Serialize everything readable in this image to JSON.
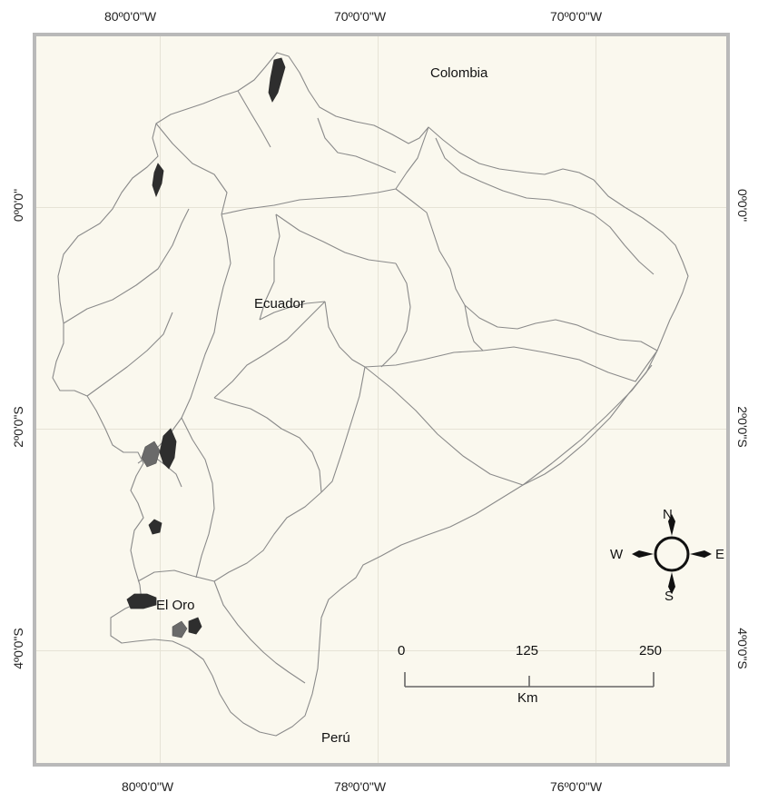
{
  "coords": {
    "top": [
      "80º0'0\"W",
      "70º0'0\"W",
      "70º0'0\"W"
    ],
    "bottom": [
      "80º0'0\"W",
      "78º0'0\"W",
      "76º0'0\"W"
    ],
    "left": [
      "0º0'0\"",
      "2º0'0\"S",
      "4º0'0\"S"
    ],
    "right": [
      "0º0'0\"",
      "2º0'0\"S",
      "4º0'0\"S"
    ]
  },
  "labels": {
    "colombia": "Colombia",
    "ecuador": "Ecuador",
    "el_oro": "El Oro",
    "peru": "Perú"
  },
  "compass": {
    "n": "N",
    "s": "S",
    "e": "E",
    "w": "W"
  },
  "scale_bar": {
    "ticks": [
      "0",
      "125",
      "250"
    ],
    "unit": "Km"
  },
  "colors": {
    "land": "#faf8ee",
    "border": "#8a8a8a",
    "frame": "#b9b9b9"
  }
}
